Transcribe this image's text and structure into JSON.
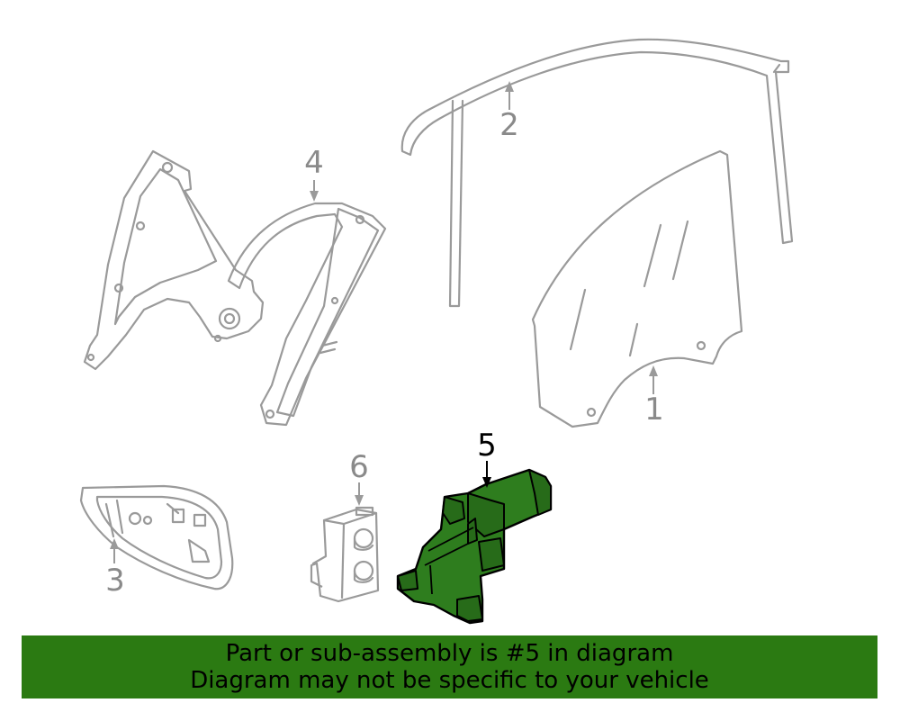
{
  "callouts": {
    "c1": "1",
    "c2": "2",
    "c3": "3",
    "c4": "4",
    "c5": "5",
    "c6": "6"
  },
  "highlight": {
    "part": "5",
    "part_color": "#2e7d1e",
    "banner_color": "#2b7a12"
  },
  "banner": {
    "line1": "Part or sub-assembly is #5 in diagram",
    "line2": "Diagram may not be specific to your vehicle"
  }
}
